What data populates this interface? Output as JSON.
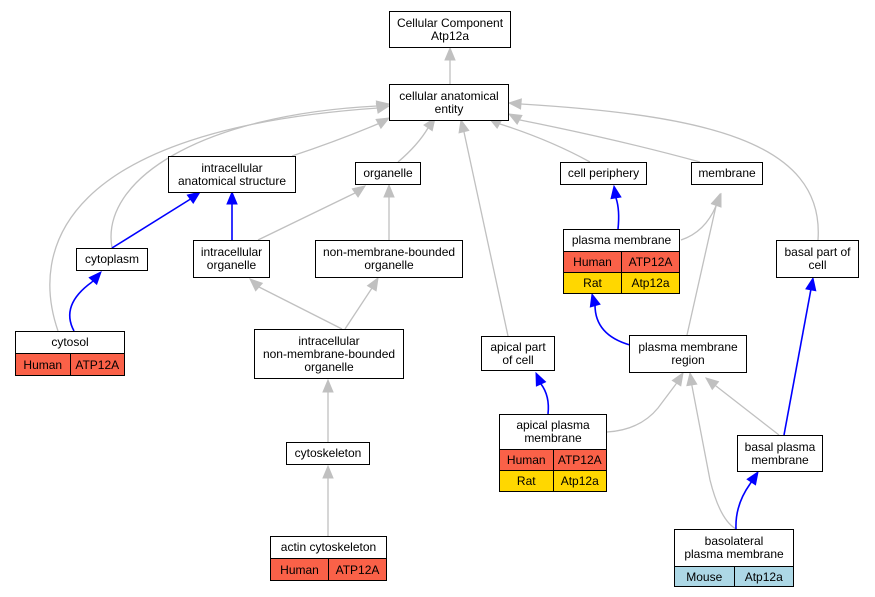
{
  "colors": {
    "gray_edge": "#c0c0c0",
    "blue_edge": "#0000ff",
    "human": "#fa6148",
    "rat": "#ffd700",
    "mouse": "#add8e6"
  },
  "nodes": {
    "cellular_component": {
      "label": "Cellular Component\nAtp12a"
    },
    "cellular_anatomical_entity": {
      "label": "cellular anatomical\nentity"
    },
    "intracellular_anatomical_structure": {
      "label": "intracellular\nanatomical structure"
    },
    "organelle": {
      "label": "organelle"
    },
    "cell_periphery": {
      "label": "cell periphery"
    },
    "membrane": {
      "label": "membrane"
    },
    "cytoplasm": {
      "label": "cytoplasm"
    },
    "intracellular_organelle": {
      "label": "intracellular\norganelle"
    },
    "non_membrane_bounded_organelle": {
      "label": "non-membrane-bounded\norganelle"
    },
    "plasma_membrane": {
      "label": "plasma membrane",
      "rows": [
        {
          "species": "Human",
          "gene": "ATP12A",
          "color": "human"
        },
        {
          "species": "Rat",
          "gene": "Atp12a",
          "color": "rat"
        }
      ]
    },
    "basal_part_of_cell": {
      "label": "basal part of\ncell"
    },
    "cytosol": {
      "label": "cytosol",
      "rows": [
        {
          "species": "Human",
          "gene": "ATP12A",
          "color": "human"
        }
      ]
    },
    "intracellular_non_membrane_bounded_organelle": {
      "label": "intracellular\nnon-membrane-bounded\norganelle"
    },
    "apical_part_of_cell": {
      "label": "apical part\nof cell"
    },
    "plasma_membrane_region": {
      "label": "plasma membrane\nregion"
    },
    "apical_plasma_membrane": {
      "label": "apical plasma\nmembrane",
      "rows": [
        {
          "species": "Human",
          "gene": "ATP12A",
          "color": "human"
        },
        {
          "species": "Rat",
          "gene": "Atp12a",
          "color": "rat"
        }
      ]
    },
    "basal_plasma_membrane": {
      "label": "basal plasma\nmembrane"
    },
    "cytoskeleton": {
      "label": "cytoskeleton"
    },
    "actin_cytoskeleton": {
      "label": "actin cytoskeleton",
      "rows": [
        {
          "species": "Human",
          "gene": "ATP12A",
          "color": "human"
        }
      ]
    },
    "basolateral_plasma_membrane": {
      "label": "basolateral\nplasma membrane",
      "rows": [
        {
          "species": "Mouse",
          "gene": "Atp12a",
          "color": "mouse"
        }
      ]
    }
  }
}
